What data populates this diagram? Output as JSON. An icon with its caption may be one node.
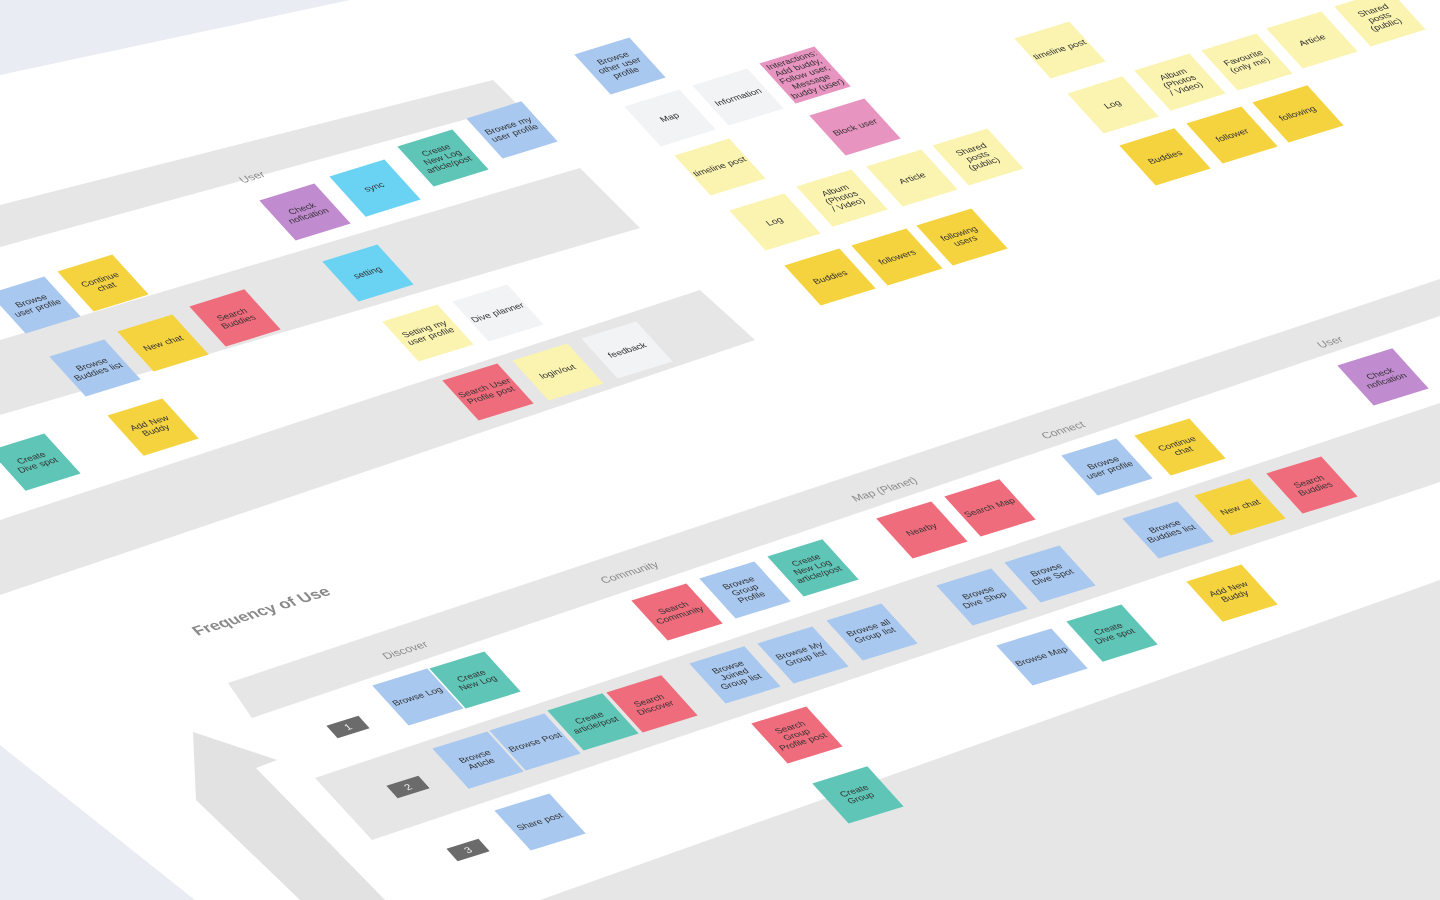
{
  "diagram": {
    "title": "Frequency of Use",
    "nodes": [
      {
        "text": [
          "Check nofication"
        ]
      },
      {
        "text": [
          "sync"
        ]
      },
      {
        "text": [
          "Create New Log article/post"
        ]
      },
      {
        "text": [
          "Browse my user profile"
        ]
      },
      {
        "text": [
          "Browse user profile"
        ]
      },
      {
        "text": [
          "Continue chat"
        ]
      },
      {
        "text": [
          "setting"
        ]
      },
      {
        "text": [
          "Search Buddies"
        ]
      },
      {
        "text": [
          "New chat"
        ]
      },
      {
        "text": [
          "Browse Buddies list"
        ]
      },
      {
        "text": [
          "Setting my user profile"
        ]
      },
      {
        "text": [
          "Dive planner"
        ]
      },
      {
        "text": [
          "Search User Profile post"
        ]
      },
      {
        "text": [
          "login/out"
        ]
      },
      {
        "text": [
          "feedback"
        ]
      },
      {
        "text": [
          "Add New Buddy"
        ]
      },
      {
        "text": [
          "Create Dive spot"
        ]
      },
      {
        "text": [
          "Browse other user profile"
        ]
      },
      {
        "text": [
          "Map"
        ]
      },
      {
        "text": [
          "Information"
        ]
      },
      {
        "text": [
          "Interactions: Add buddy, Follow user, Message buddy (user)"
        ]
      },
      {
        "text": [
          "Block user"
        ]
      },
      {
        "text": [
          "timeline post"
        ]
      },
      {
        "text": [
          "Album (Photos / Video)"
        ]
      },
      {
        "text": [
          "Article"
        ]
      },
      {
        "text": [
          "Shared posts (public)"
        ]
      },
      {
        "text": [
          "Log"
        ]
      },
      {
        "text": [
          "Buddies"
        ]
      },
      {
        "text": [
          "followers"
        ]
      },
      {
        "text": [
          "following users"
        ]
      },
      {
        "text": [
          "timeline post"
        ]
      },
      {
        "text": [
          "Log"
        ]
      },
      {
        "text": [
          "Album (Photos / Video)"
        ]
      },
      {
        "text": [
          "Favourite (only me)"
        ]
      },
      {
        "text": [
          "Article"
        ]
      },
      {
        "text": [
          "Shared posts (public)"
        ]
      },
      {
        "text": [
          "Buddies"
        ]
      },
      {
        "text": [
          "follower"
        ]
      },
      {
        "text": [
          "following"
        ]
      },
      {
        "text": [
          "Browse Log"
        ]
      },
      {
        "text": [
          "Create New Log"
        ]
      },
      {
        "text": [
          "Browse Article"
        ]
      },
      {
        "text": [
          "Browse Post"
        ]
      },
      {
        "text": [
          "Create article/post"
        ]
      },
      {
        "text": [
          "Search Discover"
        ]
      },
      {
        "text": [
          "Share post"
        ]
      },
      {
        "text": [
          "Search Community"
        ]
      },
      {
        "text": [
          "Browse Group Profile"
        ]
      },
      {
        "text": [
          "Create New Log article/post"
        ]
      },
      {
        "text": [
          "Browse Joined Group list"
        ]
      },
      {
        "text": [
          "Browse My Group list"
        ]
      },
      {
        "text": [
          "Browse all Group list"
        ]
      },
      {
        "text": [
          "Search Group Profile post"
        ]
      },
      {
        "text": [
          "Create Group"
        ]
      },
      {
        "text": [
          "Nearby"
        ]
      },
      {
        "text": [
          "Search Map"
        ]
      },
      {
        "text": [
          "Browse Dive Shop"
        ]
      },
      {
        "text": [
          "Browse Dive Spot"
        ]
      },
      {
        "text": [
          "Browse Map"
        ]
      },
      {
        "text": [
          "Create Dive spot"
        ]
      },
      {
        "text": [
          "Browse user profile"
        ]
      },
      {
        "text": [
          "Continue chat"
        ]
      },
      {
        "text": [
          "Browse Buddies list"
        ]
      },
      {
        "text": [
          "New chat"
        ]
      },
      {
        "text": [
          "Search Buddies"
        ]
      },
      {
        "text": [
          "Add New Buddy"
        ]
      },
      {
        "text": [
          "Check nofication"
        ]
      },
      {
        "text": [
          "1"
        ]
      },
      {
        "text": [
          "2"
        ]
      },
      {
        "text": [
          "3"
        ]
      }
    ],
    "labels": [
      "User",
      "Discover",
      "Community",
      "Map (Planet)",
      "Connect",
      "User"
    ]
  }
}
